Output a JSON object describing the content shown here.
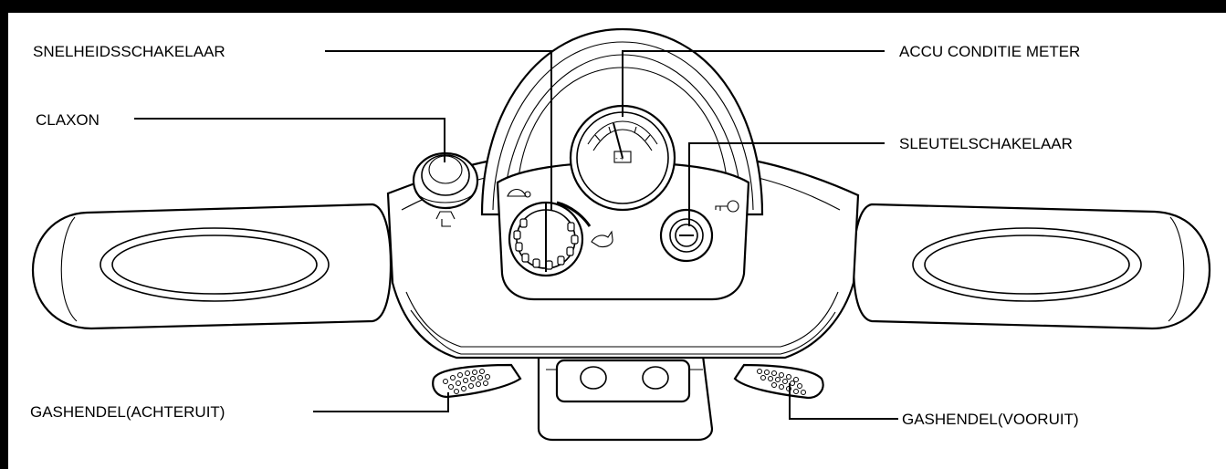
{
  "labels": {
    "speed_switch": "SNELHEIDSSCHAKELAAR",
    "horn": "CLAXON",
    "battery_meter": "ACCU CONDITIE METER",
    "key_switch": "SLEUTELSCHAKELAAR",
    "throttle_reverse": "GASHENDEL(ACHTERUIT)",
    "throttle_forward": "GASHENDEL(VOORUIT)"
  },
  "battery_symbol": "- +"
}
